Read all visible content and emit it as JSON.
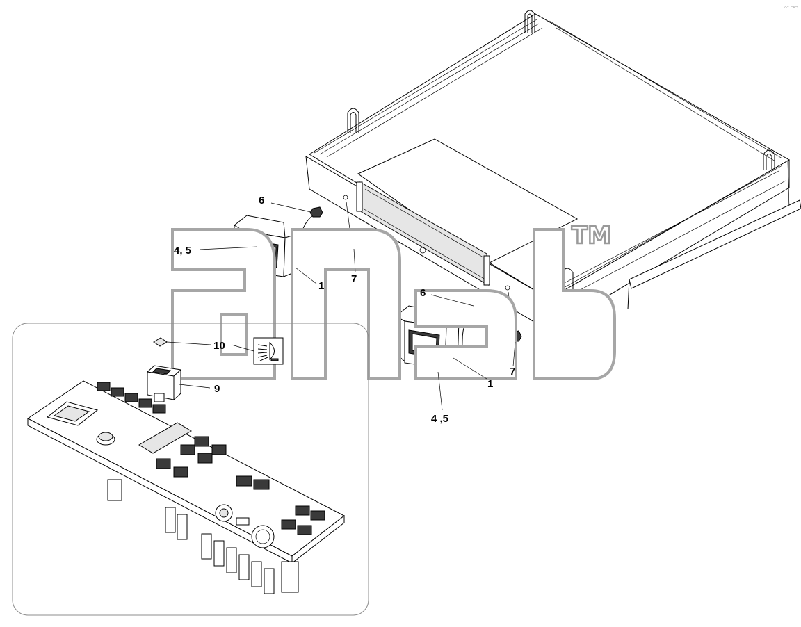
{
  "watermark": {
    "trademark": "TM"
  },
  "corner_stamp": "⌂⁼ ▭▭",
  "callouts": {
    "c1": "6",
    "c2": "4, 5",
    "c3": "1",
    "c4": "7",
    "c5": "6",
    "c6": "7",
    "c7": "1",
    "c8": "4 ,5",
    "c9": "10",
    "c10": "9"
  },
  "colors": {
    "line": "#000000",
    "watermark": "#a6a6a6",
    "inset_border": "#8c8c8c",
    "background": "#ffffff"
  }
}
